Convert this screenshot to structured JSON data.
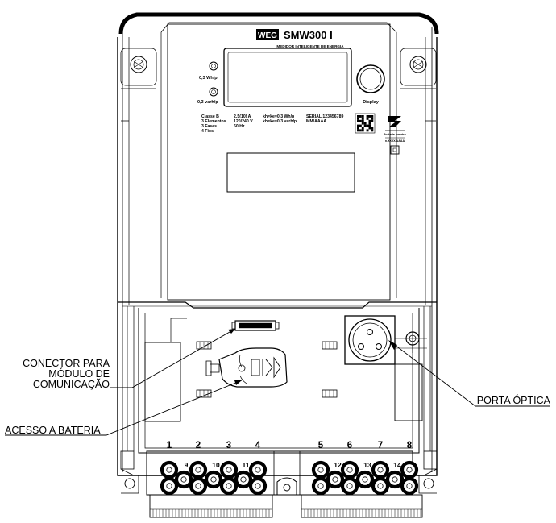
{
  "meter": {
    "brand": "WEG",
    "model": "SMW300 I",
    "subtitle": "MEDIDOR INTELIGENTE DE ENERGIA",
    "led_active": "0,3 Wh/p",
    "led_reactive": "0,3 varh/p",
    "display_button": "Display"
  },
  "specs": {
    "col1": [
      "Classe B",
      "3 Elementos",
      "3 Fases",
      "4 Fios"
    ],
    "col2": [
      "2,5(10) A",
      "120/240 V",
      "60 Hz"
    ],
    "col3": [
      "kh=ke=0,3 Wh/p",
      "kh=ke=0,3 varh/p"
    ],
    "col4": [
      "SERIAL 123456789",
      "MM/AAAA"
    ]
  },
  "inmetro": {
    "line1": "Portaria Inmetro",
    "line2": "n.XXXX/AAAA"
  },
  "callouts": {
    "connector": [
      "CONECTOR PARA",
      "MÓDULO DE",
      "COMUNICAÇÃO"
    ],
    "battery": "ACESSO A BATERIA",
    "optical": "PORTA ÓPTICA"
  },
  "terminals": {
    "top": [
      "1",
      "2",
      "3",
      "4",
      "5",
      "6",
      "7",
      "8"
    ],
    "bottom": [
      "9",
      "10",
      "11",
      "12",
      "13",
      "14"
    ]
  }
}
